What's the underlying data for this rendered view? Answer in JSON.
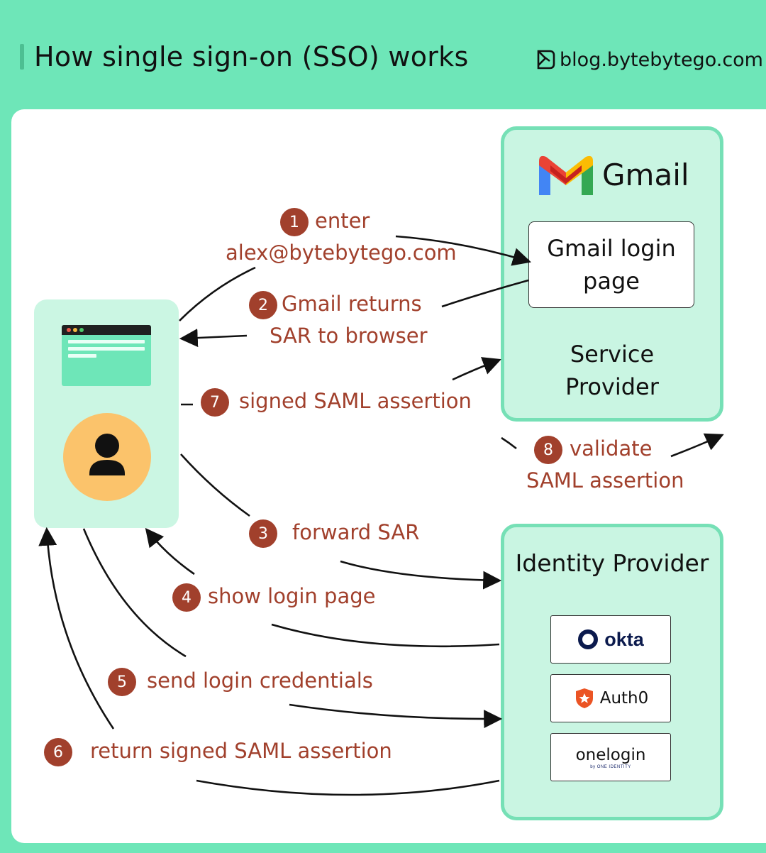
{
  "header": {
    "title": "How single sign-on (SSO) works",
    "brand": "blog.bytebytego.com"
  },
  "service_provider": {
    "app_name": "Gmail",
    "login_page_line1": "Gmail login",
    "login_page_line2": "page",
    "label_line1": "Service",
    "label_line2": "Provider"
  },
  "identity_provider": {
    "label": "Identity Provider",
    "vendors": [
      "okta",
      "Auth0",
      "onelogin"
    ],
    "onelogin_sub": "by ONE IDENTITY"
  },
  "steps": [
    {
      "num": "1",
      "line1": "enter",
      "line2": "alex@bytebytego.com"
    },
    {
      "num": "2",
      "line1": "Gmail returns",
      "line2": "SAR to browser"
    },
    {
      "num": "3",
      "line1": "forward SAR"
    },
    {
      "num": "4",
      "line1": "show login page"
    },
    {
      "num": "5",
      "line1": "send login credentials"
    },
    {
      "num": "6",
      "line1": "return signed SAML assertion"
    },
    {
      "num": "7",
      "line1": "signed SAML assertion"
    },
    {
      "num": "8",
      "line1": "validate",
      "line2": "SAML assertion"
    }
  ],
  "colors": {
    "background": "#6ee6b8",
    "accent_step": "#a1402c",
    "box_fill": "#c9f5e2",
    "box_border": "#76e0b6",
    "avatar": "#fbc36b"
  },
  "icons": [
    "bytebytego-logo-icon",
    "browser-window-icon",
    "user-icon",
    "gmail-logo-icon",
    "okta-logo-icon",
    "auth0-logo-icon"
  ]
}
